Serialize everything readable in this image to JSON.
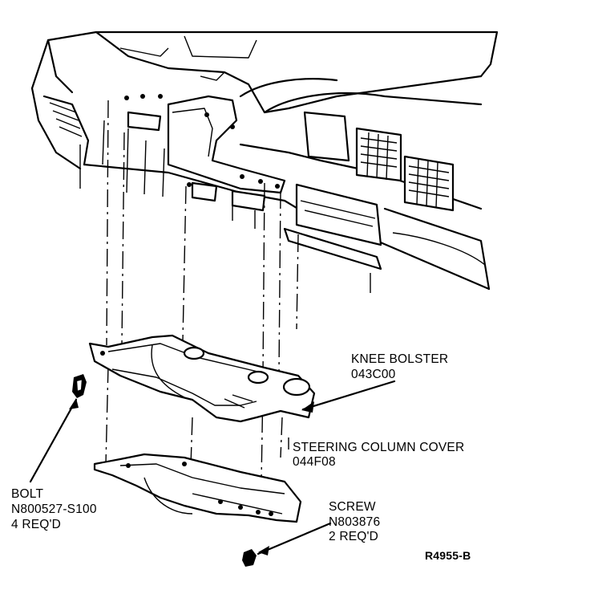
{
  "labels": {
    "knee_bolster": {
      "name": "KNEE BOLSTER",
      "part_no": "043C00"
    },
    "steering_column_cover": {
      "name": "STEERING COLUMN COVER",
      "part_no": "044F08"
    },
    "bolt": {
      "name": "BOLT",
      "part_no": "N800527-S100",
      "qty": "4 REQ'D"
    },
    "screw": {
      "name": "SCREW",
      "part_no": "N803876",
      "qty": "2 REQ'D"
    },
    "figure_id": "R4955-B"
  },
  "icons": [
    "bolt-icon",
    "screw-icon",
    "instrument-panel-illustration",
    "knee-bolster-illustration",
    "steering-column-cover-illustration"
  ]
}
